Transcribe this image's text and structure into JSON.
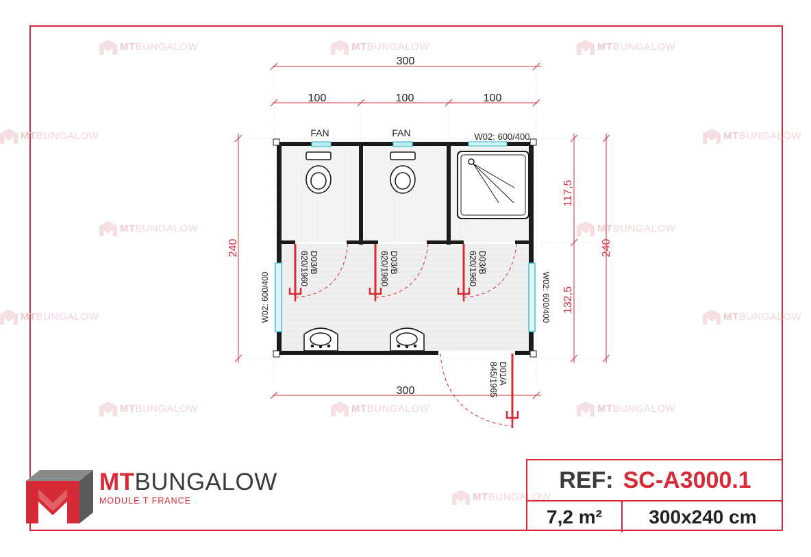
{
  "watermark": {
    "brand_mt": "MT",
    "brand_rest": "BUNGALOW"
  },
  "plan": {
    "dim_total_width_top": "300",
    "dim_bay_1": "100",
    "dim_bay_2": "100",
    "dim_bay_3": "100",
    "dim_total_width_bottom": "300",
    "dim_height_left": "240",
    "dim_height_right": "240",
    "dim_upper_zone": "117,5",
    "dim_lower_zone": "132,5",
    "fan_1": "FAN",
    "fan_2": "FAN",
    "window_top": "W02: 600/400",
    "window_left": "W02: 600/400",
    "window_right": "W02: 600/400",
    "door_1": {
      "code": "D03/B",
      "size": "620/1960"
    },
    "door_2": {
      "code": "D03/B",
      "size": "620/1960"
    },
    "door_3": {
      "code": "D03/B",
      "size": "620/1960"
    },
    "entry_door": {
      "code": "D01/A",
      "size": "845/1965"
    }
  },
  "title_block": {
    "ref_label": "REF:",
    "ref_code": "SC-A3000.1",
    "area": "7,2 m²",
    "dimensions": "300x240 cm"
  },
  "logo": {
    "name_mt": "MT",
    "name_rest": "BUNGALOW",
    "subtitle": "MODULE T FRANCE"
  },
  "colors": {
    "accent": "#d62b36",
    "wall": "#1b1b1b",
    "window": "#3ec1d3",
    "dim": "#d62b36"
  }
}
